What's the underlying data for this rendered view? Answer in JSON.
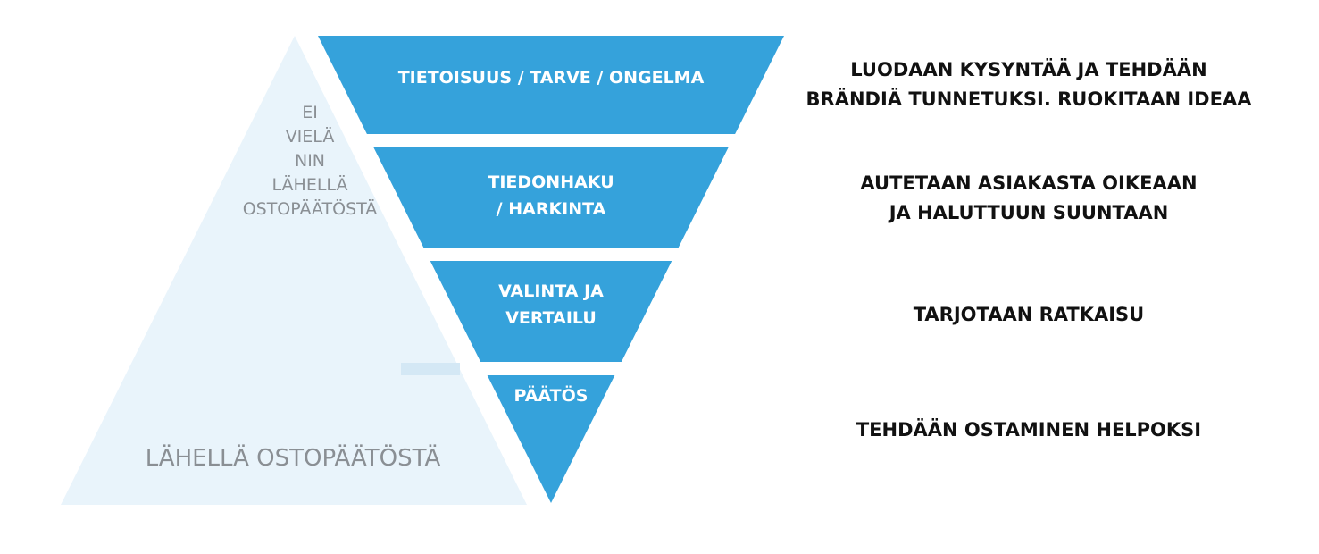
{
  "colors": {
    "funnel": "#35a2db",
    "pyramid": "#e9f4fb",
    "pyramid_text": "#8a8f94",
    "description_text": "#111111"
  },
  "pyramid": {
    "top_label_lines": [
      "EI",
      "VIELÄ",
      "NIN",
      "LÄHELLÄ",
      "OSTOPÄÄTÖSTÄ"
    ],
    "bottom_label": "LÄHELLÄ OSTOPÄÄTÖSTÄ"
  },
  "funnel": {
    "stages": [
      {
        "label_lines": [
          "TIETOISUUS / TARVE / ONGELMA"
        ],
        "description_lines": [
          "LUODAAN KYSYNTÄÄ JA TEHDÄÄN",
          "BRÄNDIÄ TUNNETUKSI. RUOKITAAN IDEAA"
        ]
      },
      {
        "label_lines": [
          "TIEDONHAKU",
          "/ HARKINTA"
        ],
        "description_lines": [
          "AUTETAAN ASIAKASTA OIKEAAN",
          "JA HALUTTUUN SUUNTAAN"
        ]
      },
      {
        "label_lines": [
          "VALINTA JA",
          "VERTAILU"
        ],
        "description_lines": [
          "TARJOTAAN RATKAISU"
        ]
      },
      {
        "label_lines": [
          "PÄÄTÖS"
        ],
        "description_lines": [
          "TEHDÄÄN OSTAMINEN HELPOKSI"
        ]
      }
    ]
  }
}
